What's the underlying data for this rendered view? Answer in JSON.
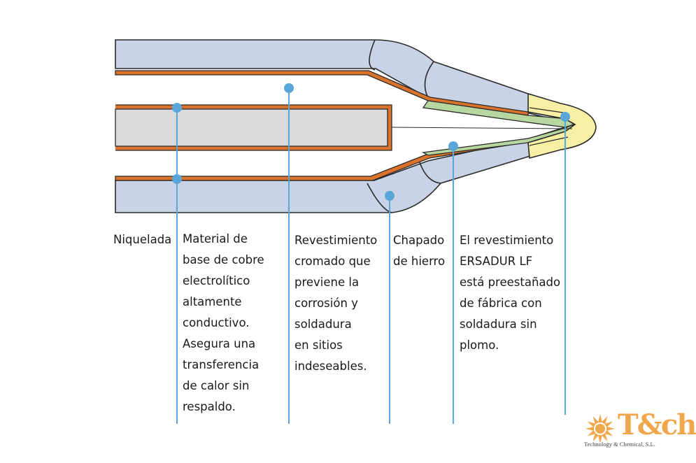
{
  "labels": {
    "niquelada": "Niquelada",
    "copper_base": "Material de\nbase de cobre\nelectrolítico\naltamente\nconductivo.\nAsegura una\ntransferencia\nde calor sin\nrespaldo.",
    "chrome_coating": "Revestimiento\ncromado que\npreviene la\ncorrosión y\nsoldadura\nen sitios\nindeseables.",
    "iron_plating": "Chapado\nde hierro",
    "ersadur_coating": "El revestimiento\nERSADUR LF\nestá preestañado\nde fábrica con\nsoldadura sin\nplomo."
  },
  "logo": {
    "mark": "T&ch",
    "subtitle": "Technology & Chemical, S.L."
  },
  "colors": {
    "chrome_blue": "#c8d3e6",
    "copper_orange": "#d9732c",
    "core_grey": "#d8dadb",
    "iron_green": "#b8d6a0",
    "tin_yellow": "#f7efa3",
    "outline": "#2a2a2a",
    "leader_blue": "#5aa6d8",
    "logo_orange": "#f0a64a"
  }
}
